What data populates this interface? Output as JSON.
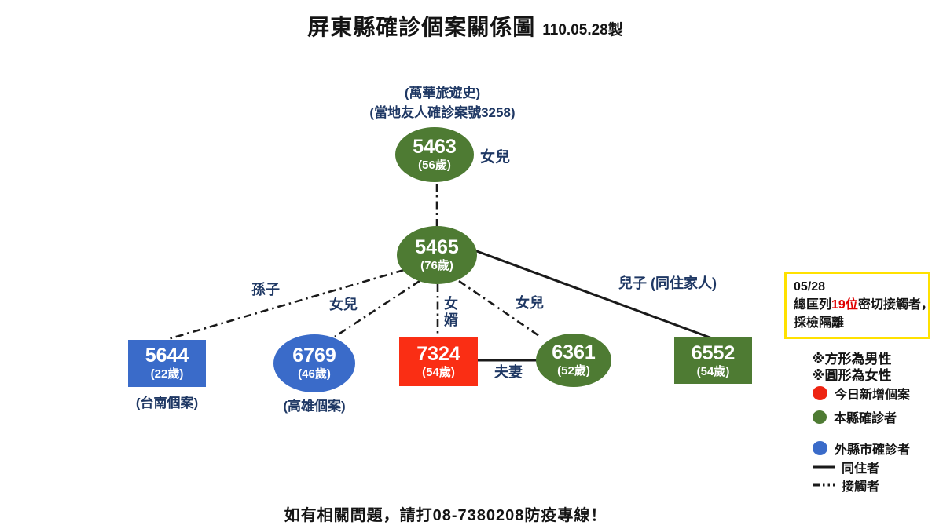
{
  "title": {
    "main": "屏東縣確診個案關係圖",
    "date": "110.05.28製"
  },
  "source_note": {
    "line1": "(萬華旅遊史)",
    "line2": "(當地友人確診案號3258)"
  },
  "nodes": {
    "n5463": {
      "id": "5463",
      "age": "(56歲)",
      "relation_label": "女兒"
    },
    "n5465": {
      "id": "5465",
      "age": "(76歲)"
    },
    "n5644": {
      "id": "5644",
      "age": "(22歲)",
      "caption": "(台南個案)"
    },
    "n6769": {
      "id": "6769",
      "age": "(46歲)",
      "caption": "(高雄個案)"
    },
    "n7324": {
      "id": "7324",
      "age": "(54歲)"
    },
    "n6361": {
      "id": "6361",
      "age": "(52歲)"
    },
    "n6552": {
      "id": "6552",
      "age": "(54歲)"
    }
  },
  "edge_labels": {
    "grandson": "孫子",
    "daughter_to_6769": "女兒",
    "son_in_law_char1": "女",
    "son_in_law_char2": "婿",
    "daughter_to_6361": "女兒",
    "son_cohabit": "兒子 (同住家人)",
    "couple": "夫妻"
  },
  "notice_box": {
    "date": "05/28",
    "line2_pre": "總匡列",
    "line2_highlight": "19位",
    "line2_post": "密切接觸者，",
    "line3": "採檢隔離"
  },
  "legend": {
    "male_note": "※方形為男性",
    "female_note": "※圓形為女性",
    "red_label": "今日新增個案",
    "green_label": "本縣確診者",
    "blue_label": "外縣市確診者",
    "solid_label": "同住者",
    "dashdot_label": "接觸者"
  },
  "footer": "如有相關問題，請打08-7380208防疫專線！",
  "colors": {
    "node_green": "#4E7B33",
    "node_blue": "#3A6BC9",
    "node_red": "#FA2E14",
    "label_navy": "#1F3864",
    "notice_border_yellow": "#FFE100",
    "notice_highlight_red": "#E00000",
    "line_black": "#1a1a1a"
  }
}
